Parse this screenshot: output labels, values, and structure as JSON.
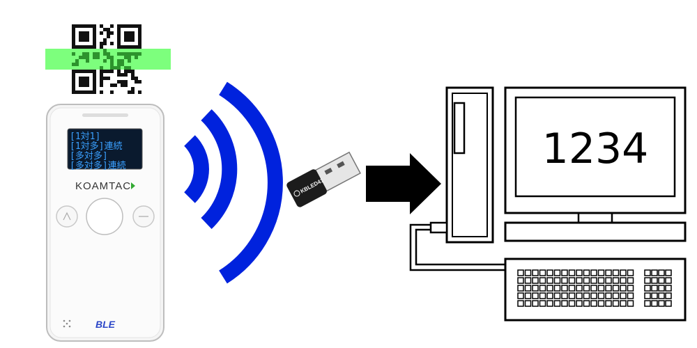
{
  "scanner": {
    "lcd_lines": [
      "[1対1]",
      "[1対多]連続",
      "[多対多]",
      "[多対多]連続"
    ],
    "brand": "KOAMTAC",
    "model_label": "BLE"
  },
  "dongle": {
    "label": "KBLED41"
  },
  "monitor": {
    "display_value": "1234"
  },
  "colors": {
    "scan_highlight": "#66ff66",
    "wireless_waves": "#0022dd",
    "lcd_background": "#0a1a2e",
    "lcd_text": "#3aa0ff",
    "arrow": "#000000"
  },
  "icons": {
    "qr_code": "qr-code-icon",
    "wireless": "wireless-waves-icon",
    "arrow": "arrow-right-icon",
    "computer": "desktop-computer-icon"
  }
}
